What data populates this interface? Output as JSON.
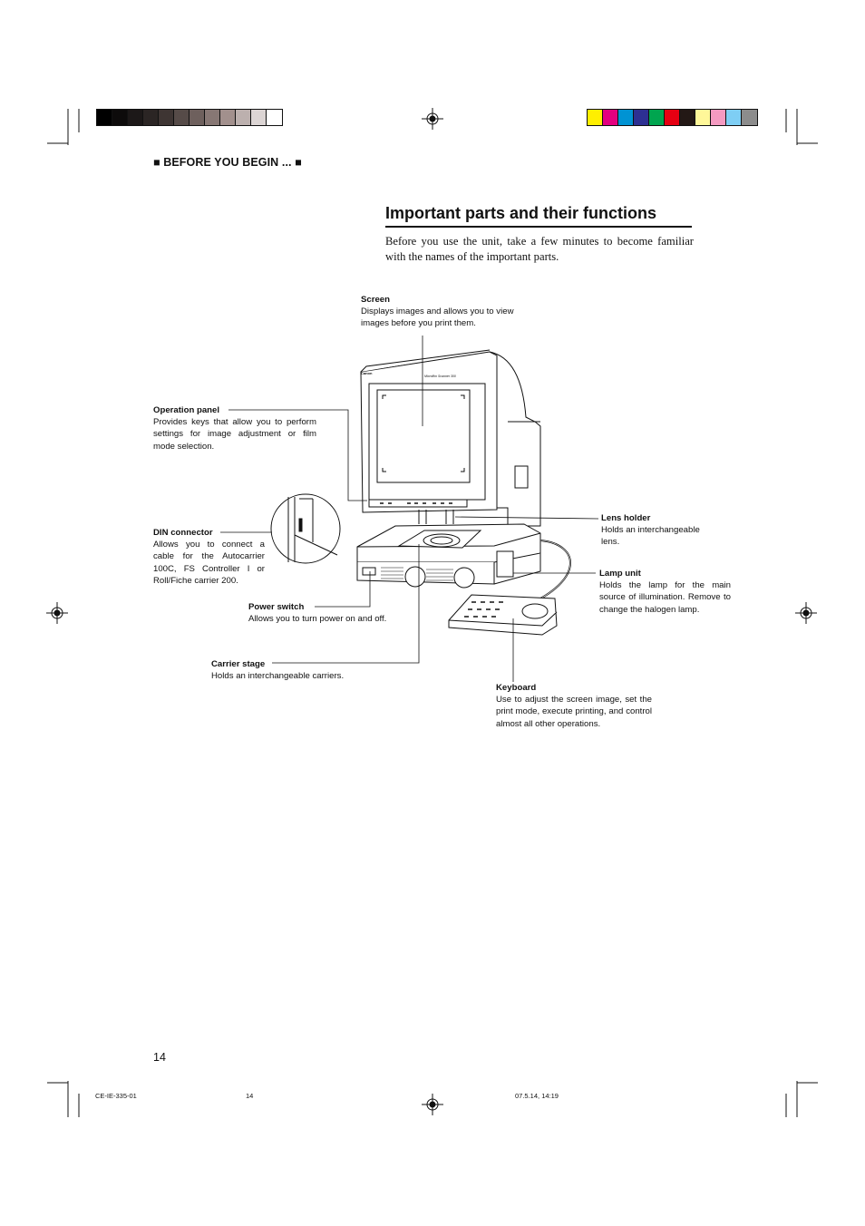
{
  "header": {
    "section_label": "■ BEFORE YOU BEGIN ... ■",
    "gray_swatches": [
      "#000000",
      "#0d0b0b",
      "#1c1818",
      "#2b2524",
      "#3e3533",
      "#564b48",
      "#6e605d",
      "#877774",
      "#a2908d",
      "#bcb0ae",
      "#dcd5d4",
      "#ffffff"
    ],
    "color_swatches": [
      "#ffef00",
      "#e4007f",
      "#0093d3",
      "#2d3092",
      "#00a54f",
      "#e60012",
      "#231815",
      "#fff799",
      "#f49ac1",
      "#7ecef4",
      "#8c8c8c"
    ]
  },
  "main": {
    "title": "Important parts and their functions",
    "intro": "Before you use the unit, take a few minutes to become familiar with the names of the important parts."
  },
  "diagram": {
    "device_brand": "Canon",
    "device_model": "Microfilm Scanner 300",
    "labels": {
      "screen": {
        "name": "Screen",
        "desc": "Displays images and allows you to view images before you print them."
      },
      "operation_panel": {
        "name": "Operation panel",
        "desc": "Provides keys that allow you to perform settings for image adjustment or film mode selection."
      },
      "din_connector": {
        "name": "DIN connector",
        "desc": "Allows you to connect a cable for the Autocarrier 100C, FS Controller I or Roll/Fiche carrier 200."
      },
      "power_switch": {
        "name": "Power switch",
        "desc": "Allows you to turn power on and off."
      },
      "carrier_stage": {
        "name": "Carrier stage",
        "desc": "Holds an interchangeable carriers."
      },
      "lens_holder": {
        "name": "Lens holder",
        "desc": "Holds an interchangeable lens."
      },
      "lamp_unit": {
        "name": "Lamp unit",
        "desc": "Holds the lamp for the main source of illumination. Remove to change the halogen lamp."
      },
      "keyboard": {
        "name": "Keyboard",
        "desc": "Use to adjust the screen image, set the print mode, execute printing, and control almost all other operations."
      }
    }
  },
  "footer": {
    "page_number": "14",
    "doc_code": "CE-IE-335-01",
    "slug_page": "14",
    "timestamp": "07.5.14, 14:19"
  }
}
